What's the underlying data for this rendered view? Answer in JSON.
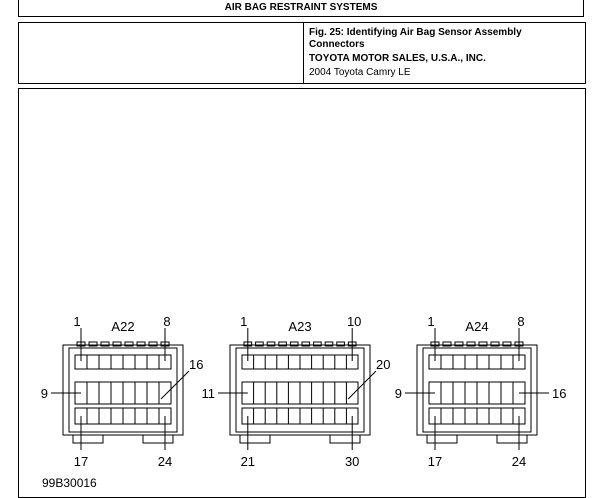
{
  "header": {
    "title": "AIR BAG RESTRAINT SYSTEMS"
  },
  "info": {
    "figure": "Fig. 25: Identifying Air Bag Sensor Assembly Connectors",
    "publisher": "TOYOTA MOTOR SALES, U.S.A., INC.",
    "vehicle": "2004 Toyota Camry LE"
  },
  "diagram": {
    "code": "99B30016",
    "connectors": [
      {
        "name": "A22",
        "top_left": "1",
        "top_right": "8",
        "mid_left": "9",
        "mid_right": "16",
        "bot_left": "17",
        "bot_right": "24",
        "cells": 8
      },
      {
        "name": "A23",
        "top_left": "1",
        "top_right": "10",
        "mid_left": "11",
        "mid_right": "20",
        "bot_left": "21",
        "bot_right": "30",
        "cells": 10
      },
      {
        "name": "A24",
        "top_left": "1",
        "top_right": "8",
        "mid_left": "9",
        "mid_right": "16",
        "bot_left": "17",
        "bot_right": "24",
        "cells": 8
      }
    ]
  }
}
